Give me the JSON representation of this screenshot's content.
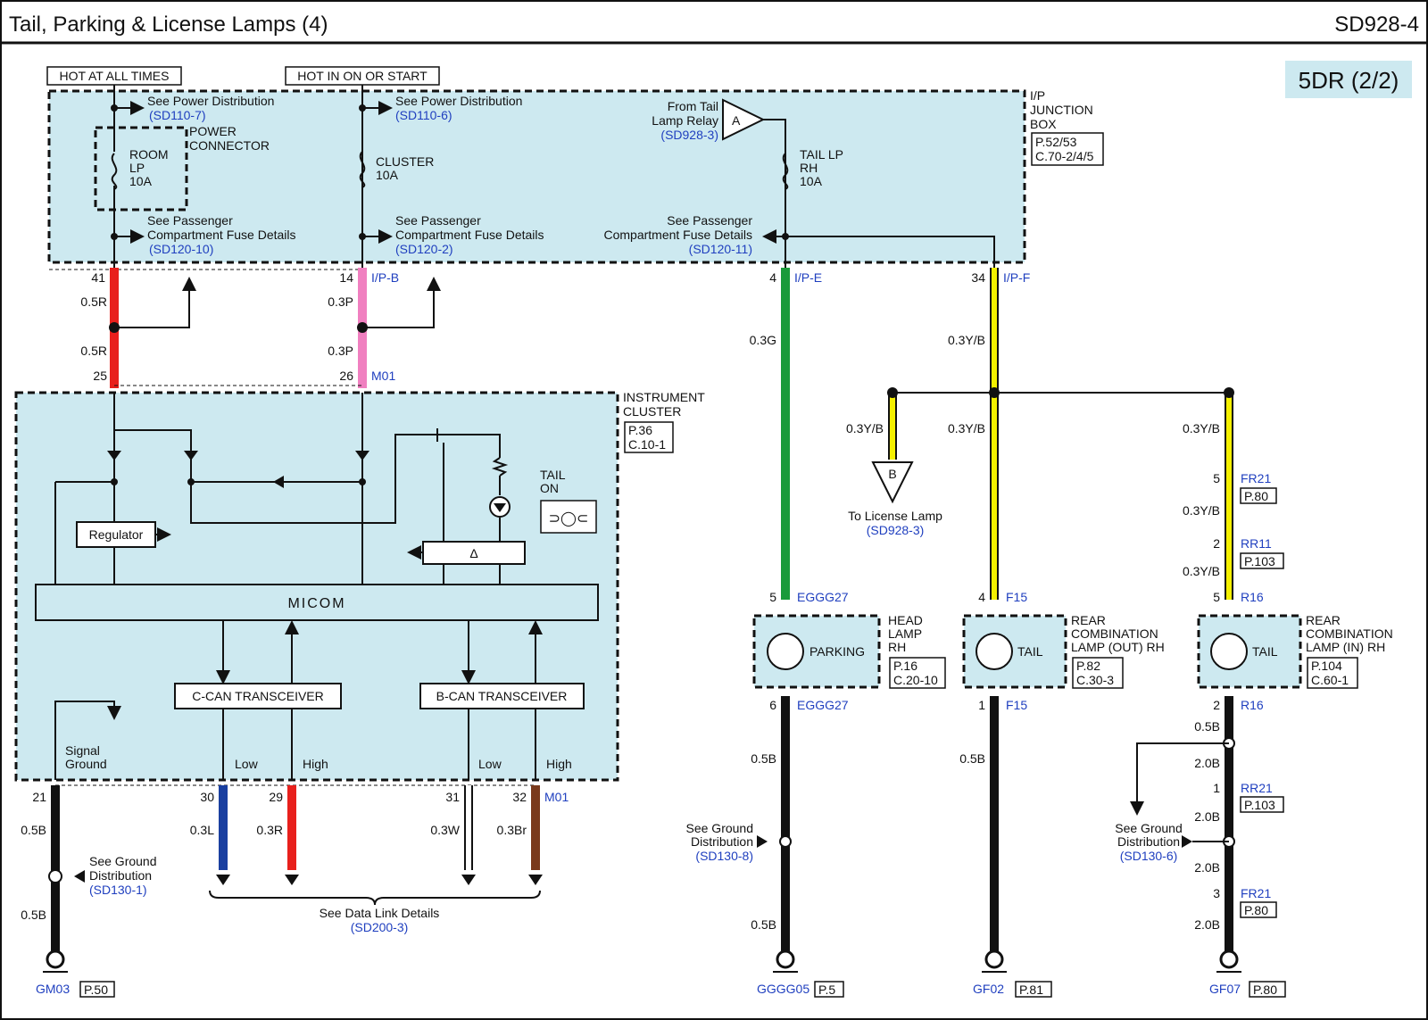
{
  "header": {
    "title": "Tail, Parking & License Lamps (4)",
    "code": "SD928-4",
    "variant": "5DR (2/2)"
  },
  "power": {
    "hot_always": "HOT AT ALL TIMES",
    "hot_on_start": "HOT IN ON OR START"
  },
  "junction_box": {
    "label1": "I/P",
    "label2": "JUNCTION",
    "label3": "BOX",
    "ref1": "P.52/53",
    "ref2": "C.70-2/4/5",
    "see_power1": "See Power Distribution",
    "see_power1_ref": "(SD110-7)",
    "see_power2": "See Power Distribution",
    "see_power2_ref": "(SD110-6)",
    "power_conn1": "POWER",
    "power_conn2": "CONNECTOR",
    "fuse_room1": "ROOM",
    "fuse_room2": "LP",
    "fuse_room3": "10A",
    "fuse_cluster1": "CLUSTER",
    "fuse_cluster2": "10A",
    "fuse_tail1": "TAIL LP",
    "fuse_tail2": "RH",
    "fuse_tail3": "10A",
    "from_tail1": "From Tail",
    "from_tail2": "Lamp Relay",
    "from_tail_ref": "(SD928-3)",
    "conn_a": "A",
    "pass1_a": "See Passenger",
    "pass1_b": "Compartment Fuse Details",
    "pass1_ref": "(SD120-10)",
    "pass2_a": "See Passenger",
    "pass2_b": "Compartment Fuse Details",
    "pass2_ref": "(SD120-2)",
    "pass3_a": "See Passenger",
    "pass3_b": "Compartment Fuse Details",
    "pass3_ref": "(SD120-11)"
  },
  "wires": {
    "w41": "41",
    "w14": "14",
    "w4": "4",
    "w34": "34",
    "ipb": "I/P-B",
    "ipe": "I/P-E",
    "ipf": "I/P-F",
    "r05a": "0.5R",
    "r05b": "0.5R",
    "p03a": "0.3P",
    "p03b": "0.3P",
    "w25": "25",
    "w26": "26",
    "m01a": "M01",
    "g03": "0.3G",
    "yb1": "0.3Y/B",
    "yb2": "0.3Y/B",
    "yb3": "0.3Y/B",
    "yb4": "0.3Y/B",
    "yb5": "0.3Y/B",
    "yb6": "0.3Y/B",
    "yb7": "0.3Y/B",
    "conn_b": "B",
    "license1": "To License Lamp",
    "license_ref": "(SD928-3)",
    "fr21a_pin": "5",
    "fr21a": "FR21",
    "fr21a_ref": "P.80",
    "rr11_pin": "2",
    "rr11": "RR11",
    "rr11_ref": "P.103",
    "r16_pin": "5",
    "r16": "R16",
    "egg_pin": "5",
    "egg": "EGGG27",
    "f15_pin": "4",
    "f15": "F15",
    "egg_pin2": "6",
    "egg2": "EGGG27",
    "f15_pin2": "1",
    "f15b": "F15",
    "r16_pin2": "2",
    "r16b": "R16",
    "b05a": "0.5B",
    "b05b": "0.5B",
    "b05c": "0.5B",
    "b05d": "0.5B",
    "b20a": "2.0B",
    "b20b": "2.0B",
    "b20c": "2.0B",
    "b20d": "2.0B",
    "rr21_pin": "1",
    "rr21": "RR21",
    "rr21_ref": "P.103",
    "fr21b_pin": "3",
    "fr21b": "FR21",
    "fr21b_ref": "P.80",
    "gd1a": "See Ground",
    "gd1b": "Distribution",
    "gd1_ref": "(SD130-8)",
    "gd2a": "See Ground",
    "gd2b": "Distribution",
    "gd2_ref": "(SD130-6)",
    "gd3a": "See Ground",
    "gd3b": "Distribution",
    "gd3_ref": "(SD130-1)",
    "w21": "21",
    "b05e": "0.5B",
    "b05f": "0.5B",
    "w30": "30",
    "w29": "29",
    "w31": "31",
    "w32": "32",
    "m01b": "M01",
    "l03": "0.3L",
    "r03": "0.3R",
    "w03": "0.3W",
    "br03": "0.3Br",
    "datalink": "See Data Link Details",
    "datalink_ref": "(SD200-3)"
  },
  "cluster": {
    "label1": "INSTRUMENT",
    "label2": "CLUSTER",
    "ref1": "P.36",
    "ref2": "C.10-1",
    "tail1": "TAIL",
    "tail2": "ON",
    "regulator": "Regulator",
    "delta": "Δ",
    "micom": "MICOM",
    "ccan": "C-CAN TRANSCEIVER",
    "bcan": "B-CAN TRANSCEIVER",
    "low1": "Low",
    "high1": "High",
    "low2": "Low",
    "high2": "High",
    "sig1": "Signal",
    "sig2": "Ground"
  },
  "lamps": {
    "parking": "PARKING",
    "tail1": "TAIL",
    "tail2": "TAIL",
    "head1": "HEAD",
    "head2": "LAMP",
    "head3": "RH",
    "head_ref1": "P.16",
    "head_ref2": "C.20-10",
    "rear1_a": "REAR",
    "rear1_b": "COMBINATION",
    "rear1_c": "LAMP (OUT) RH",
    "rear1_ref1": "P.82",
    "rear1_ref2": "C.30-3",
    "rear2_a": "REAR",
    "rear2_b": "COMBINATION",
    "rear2_c": "LAMP (IN) RH",
    "rear2_ref1": "P.104",
    "rear2_ref2": "C.60-1"
  },
  "grounds": {
    "gm03": "GM03",
    "gm03_ref": "P.50",
    "gggg05": "GGGG05",
    "gggg05_ref": "P.5",
    "gf02": "GF02",
    "gf02_ref": "P.81",
    "gf07": "GF07",
    "gf07_ref": "P.80"
  },
  "colors": {
    "red": "#e8201c",
    "pink": "#f080c0",
    "green": "#1a9a3a",
    "yellow": "#f4f000",
    "blue": "#1a3fa0",
    "brown": "#7a3a1c",
    "box": "#cde9f0",
    "ref": "#1f3fbf"
  }
}
